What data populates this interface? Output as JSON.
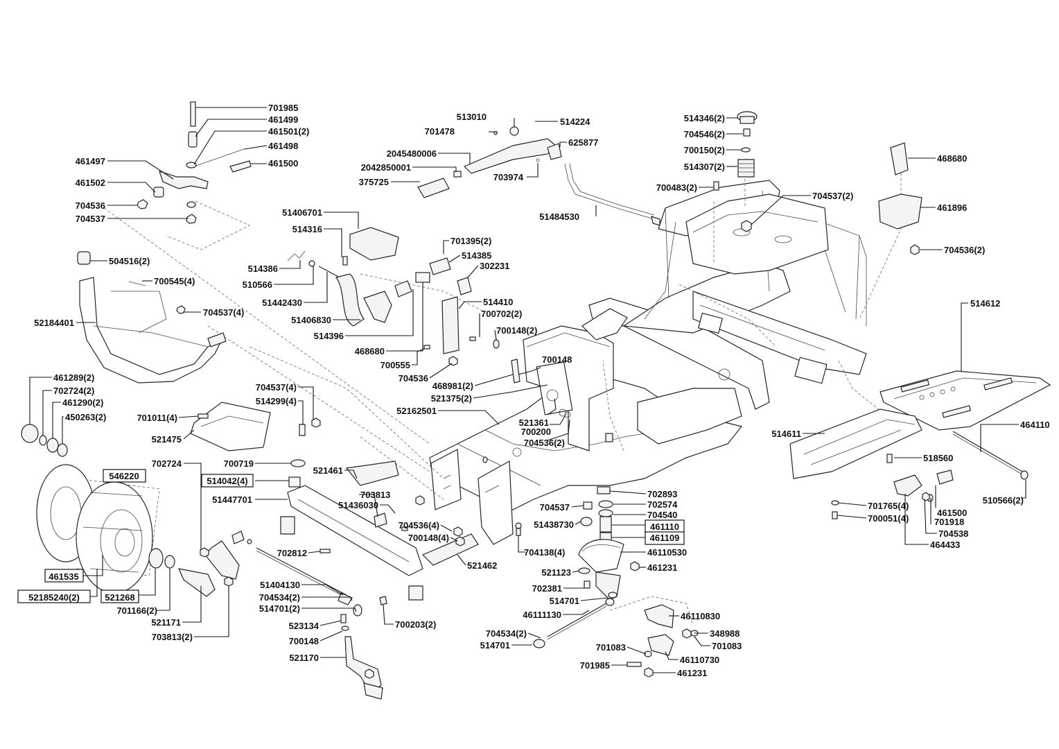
{
  "labels": [
    "701985",
    "461499",
    "461501(2)",
    "461498",
    "461497",
    "461500",
    "461502",
    "704536",
    "704537",
    "504516(2)",
    "700545(4)",
    "704537(4)",
    "52184401",
    "513010",
    "514224",
    "701478",
    "625877",
    "2045480006",
    "2042850001",
    "375725",
    "703974",
    "51484530",
    "514346(2)",
    "704546(2)",
    "700150(2)",
    "514307(2)",
    "700483(2)",
    "704537(2)",
    "468680",
    "461896",
    "704536(2)",
    "51406701",
    "514316",
    "514386",
    "510566",
    "51442430",
    "51406830",
    "701395(2)",
    "514385",
    "302231",
    "514396",
    "468680",
    "514410",
    "700702(2)",
    "700148(2)",
    "700555",
    "704536",
    "700148",
    "468981(2)",
    "521375(2)",
    "52162501",
    "521361",
    "700200",
    "704536(2)",
    "514612",
    "514611",
    "464110",
    "518560",
    "461500",
    "510566(2)",
    "701765(4)",
    "701918",
    "700051(4)",
    "704538",
    "464433",
    "461289(2)",
    "702724(2)",
    "461290(2)",
    "450263(2)",
    "701011(4)",
    "521475",
    "704537(4)",
    "514299(4)",
    "702724",
    "546220",
    "700719",
    "514042(4)",
    "51447701",
    "521461",
    "703813",
    "51436030",
    "461535",
    "52185240(2)",
    "521268",
    "701166(2)",
    "521171",
    "703813(2)",
    "702812",
    "51404130",
    "704534(2)",
    "514701(2)",
    "523134",
    "700148",
    "521170",
    "700203(2)",
    "704536(4)",
    "700148(4)",
    "521462",
    "704537",
    "51438730",
    "704138(4)",
    "702893",
    "702574",
    "704540",
    "461110",
    "461109",
    "46110530",
    "461231",
    "521123",
    "702381",
    "514701",
    "46111130",
    "46110830",
    "704534(2)",
    "514701",
    "348988",
    "701083",
    "701083",
    "46110730",
    "701985",
    "461231"
  ]
}
